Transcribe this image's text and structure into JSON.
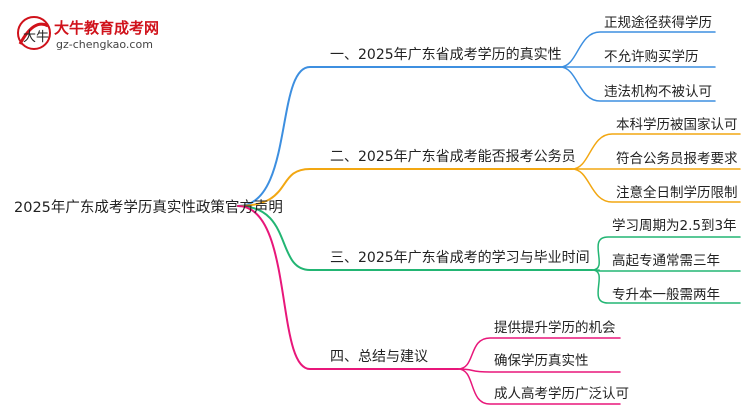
{
  "logo": {
    "brand": "大牛教育成考网",
    "url": "gz-chengkao.com",
    "mark_text": "大牛"
  },
  "root": {
    "label": "2025年广东成考学历真实性政策官方声明"
  },
  "branches": [
    {
      "label": "一、2025年广东省成考学历的真实性",
      "color": "#3d8fe0",
      "leaves": [
        "正规途径获得学历",
        "不允许购买学历",
        "违法机构不被认可"
      ]
    },
    {
      "label": "二、2025年广东省成考能否报考公务员",
      "color": "#f2a712",
      "leaves": [
        "本科学历被国家认可",
        "符合公务员报考要求",
        "注意全日制学历限制"
      ]
    },
    {
      "label": "三、2025年广东省成考的学习与毕业时间",
      "color": "#22b573",
      "leaves": [
        "学习周期为2.5到3年",
        "高起专通常需三年",
        "专升本一般需两年"
      ]
    },
    {
      "label": "四、总结与建议",
      "color": "#e8177a",
      "leaves": [
        "提供提升学历的机会",
        "确保学历真实性",
        "成人高考学历广泛认可"
      ]
    }
  ]
}
